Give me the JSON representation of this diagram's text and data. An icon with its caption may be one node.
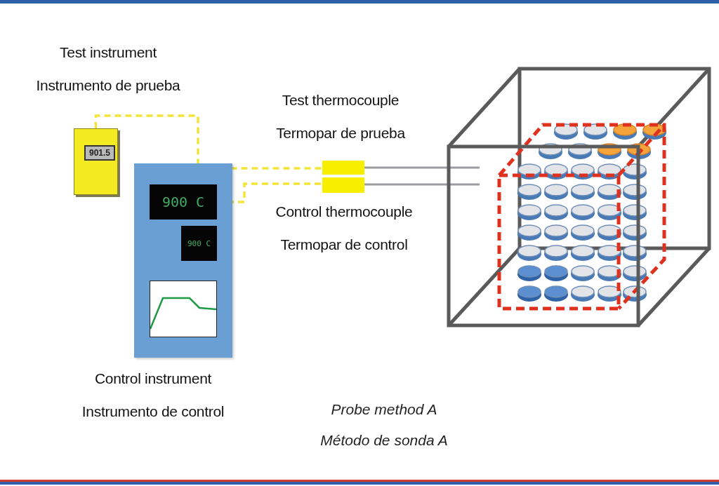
{
  "diagram": {
    "nodes": [
      {
        "text": [
          "901.5"
        ],
        "beside": [
          "Test instrument",
          "Instrumento de prueba"
        ]
      },
      {
        "text": [],
        "shape": "box",
        "beside": [
          "Control instrument",
          "Instrumento de control"
        ]
      },
      {
        "text": [
          "900 C"
        ],
        "in": 1
      },
      {
        "text": [
          "900 C"
        ],
        "in": 1
      },
      {
        "text": [],
        "shape": "picture",
        "in": 1
      },
      {
        "text": [],
        "shape": "bar",
        "beside": [
          "Test thermocouple",
          "Termopar de prueba"
        ]
      },
      {
        "text": [],
        "shape": "bar",
        "beside": [
          "Control thermocouple",
          "Termopar de control"
        ]
      },
      {
        "text": [],
        "shape": "picture"
      }
    ],
    "edges": [
      {
        "from": 0,
        "to": 5,
        "arrow": "none",
        "style": "dashed",
        "color": "#f2e43a"
      },
      {
        "from": 2,
        "to": 6,
        "arrow": "none",
        "style": "dashed",
        "color": "#f2e43a"
      },
      {
        "from": 5,
        "to": 7,
        "arrow": "none",
        "color": "#9a9ca0"
      },
      {
        "from": 6,
        "to": 7,
        "arrow": "none",
        "color": "#9a9ca0"
      }
    ],
    "labels": [
      "Probe method A",
      "Método de sonda A"
    ]
  }
}
